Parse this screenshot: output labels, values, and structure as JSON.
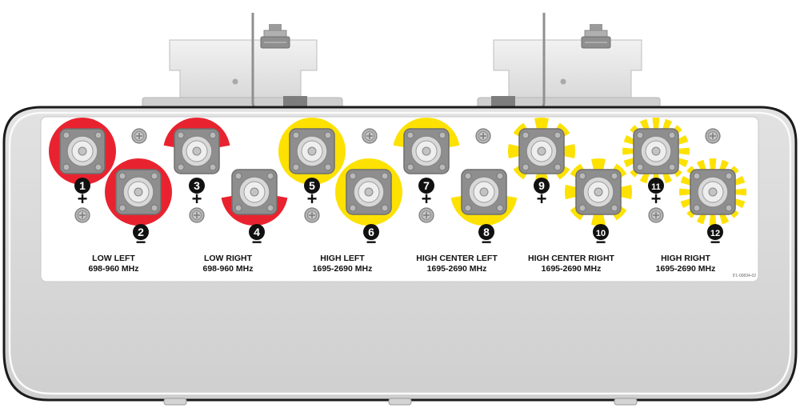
{
  "colors": {
    "low_band": "#e8232f",
    "high_band": "#fde100",
    "housing": "#dcdcdc",
    "panel": "#ffffff",
    "connector": "#9a9a9a",
    "badge": "#111111"
  },
  "ports": [
    {
      "number": "1",
      "polarity": "+",
      "band": "low",
      "ring": "solid"
    },
    {
      "number": "2",
      "polarity": "−",
      "band": "low",
      "ring": "solid"
    },
    {
      "number": "3",
      "polarity": "+",
      "band": "low",
      "ring": "segmented-2"
    },
    {
      "number": "4",
      "polarity": "−",
      "band": "low",
      "ring": "segmented-2"
    },
    {
      "number": "5",
      "polarity": "+",
      "band": "high",
      "ring": "solid"
    },
    {
      "number": "6",
      "polarity": "−",
      "band": "high",
      "ring": "solid"
    },
    {
      "number": "7",
      "polarity": "+",
      "band": "high",
      "ring": "segmented-2"
    },
    {
      "number": "8",
      "polarity": "−",
      "band": "high",
      "ring": "segmented-2"
    },
    {
      "number": "9",
      "polarity": "+",
      "band": "high",
      "ring": "segmented-8"
    },
    {
      "number": "10",
      "polarity": "−",
      "band": "high",
      "ring": "segmented-8"
    },
    {
      "number": "11",
      "polarity": "+",
      "band": "high",
      "ring": "segmented-16"
    },
    {
      "number": "12",
      "polarity": "−",
      "band": "high",
      "ring": "segmented-16"
    }
  ],
  "groups": [
    {
      "name": "LOW LEFT",
      "freq": "698-960 MHz"
    },
    {
      "name": "LOW RIGHT",
      "freq": "698-960 MHz"
    },
    {
      "name": "HIGH LEFT",
      "freq": "1695-2690 MHz"
    },
    {
      "name": "HIGH CENTER LEFT",
      "freq": "1695-2690 MHz"
    },
    {
      "name": "HIGH CENTER RIGHT",
      "freq": "1695-2690 MHz"
    },
    {
      "name": "HIGH RIGHT",
      "freq": "1695-2690 MHz"
    }
  ],
  "ref_code": "6'1-00834-02"
}
